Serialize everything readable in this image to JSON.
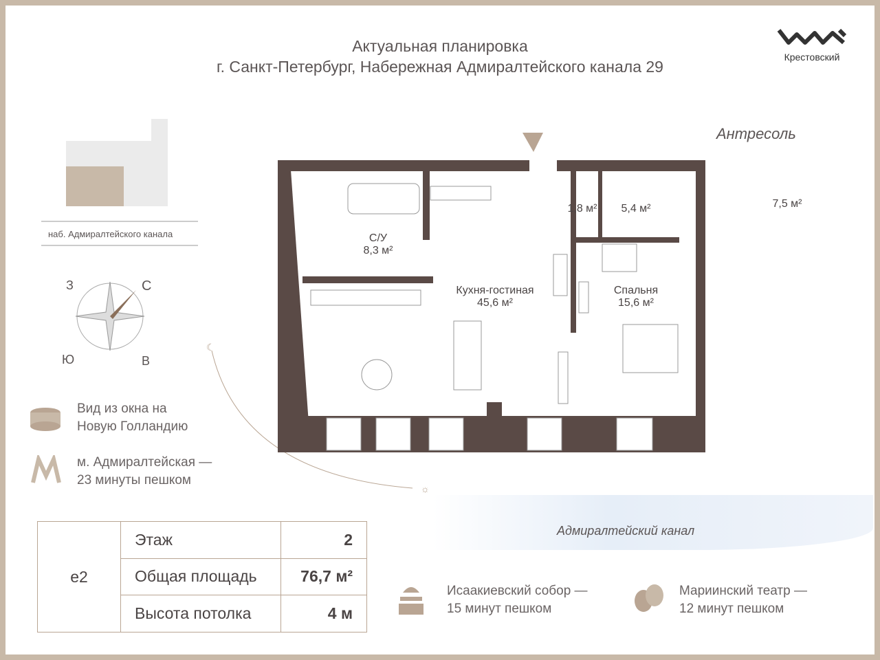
{
  "header": {
    "title_line1": "Актуальная планировка",
    "title_line2": "г. Санкт-Петербург, Набережная Адмиралтейского канала 29"
  },
  "logo": {
    "text": "Крестовский"
  },
  "location": {
    "street_label": "наб. Адмиралтейского канала"
  },
  "compass": {
    "north": "С",
    "south": "Ю",
    "west": "З",
    "east": "В"
  },
  "features": [
    {
      "icon": "window-view-icon",
      "line1": "Вид из окна на",
      "line2": "Новую Голландию"
    },
    {
      "icon": "metro-icon",
      "line1": "м. Адмиралтейская —",
      "line2": "23 минуты пешком"
    }
  ],
  "plan": {
    "mezzanine_title": "Антресоль",
    "rooms": [
      {
        "name": "С/У",
        "area": "8,3 м²"
      },
      {
        "name": "",
        "area": "1,8 м²"
      },
      {
        "name": "",
        "area": "5,4 м²"
      },
      {
        "name": "Кухня-гостиная",
        "area": "45,6 м²"
      },
      {
        "name": "Спальня",
        "area": "15,6 м²"
      },
      {
        "name": "",
        "area": "7,5 м²"
      }
    ]
  },
  "canal": {
    "label": "Адмиралтейский канал"
  },
  "landmarks": [
    {
      "icon": "cathedral-icon",
      "line1": "Исаакиевский собор  —",
      "line2": "15 минут пешком"
    },
    {
      "icon": "theatre-masks-icon",
      "line1": "Мариинский театр —",
      "line2": "12 минут пешком"
    }
  ],
  "info": {
    "apartment_code": "е2",
    "rows": [
      {
        "label": "Этаж",
        "value": "2"
      },
      {
        "label": "Общая площадь",
        "value": "76,7 м²"
      },
      {
        "label": "Высота потолка",
        "value": "4 м"
      }
    ]
  },
  "colors": {
    "wall": "#5a4a46",
    "accent": "#b9a593",
    "frame": "#c8b9a8"
  }
}
